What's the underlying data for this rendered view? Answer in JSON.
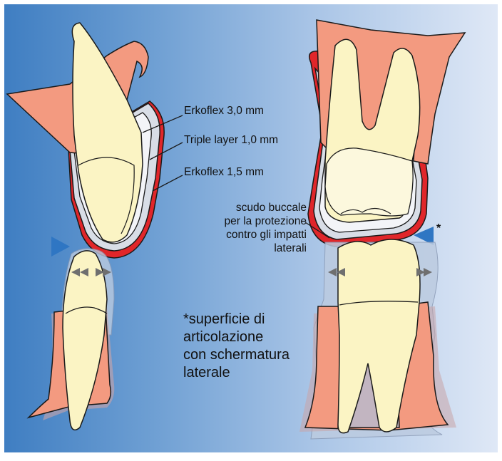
{
  "labels": {
    "erkoflex_30": "Erkoflex 3,0 mm",
    "triple_layer": "Triple layer 1,0 mm",
    "erkoflex_15": "Erkoflex 1,5 mm",
    "buccal_shield_lines": [
      "scudo buccale",
      "per la protezione",
      "contro gli impatti",
      "laterali"
    ],
    "note_lines": [
      "*superficie di",
      "articolazione",
      "con schermatura",
      "laterale"
    ],
    "asterisk": "*"
  },
  "colors": {
    "gum": "#f39a80",
    "gum_stroke": "#1a1a1a",
    "tooth": "#fbf4c4",
    "tooth_light": "#fcf8dd",
    "outer_layer": "#d8dde6",
    "triple_layer": "#f3f4f8",
    "red_layer": "#e0262a",
    "marker": "#2f76c3",
    "ghost": "#bccbe0"
  }
}
